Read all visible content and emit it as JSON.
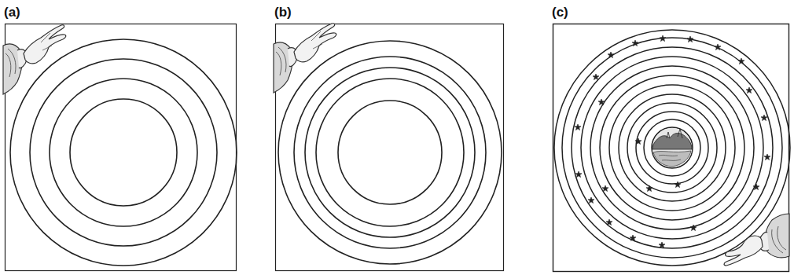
{
  "diagram": {
    "labels": [
      "(a)",
      "(b)",
      "(c)"
    ]
  }
}
